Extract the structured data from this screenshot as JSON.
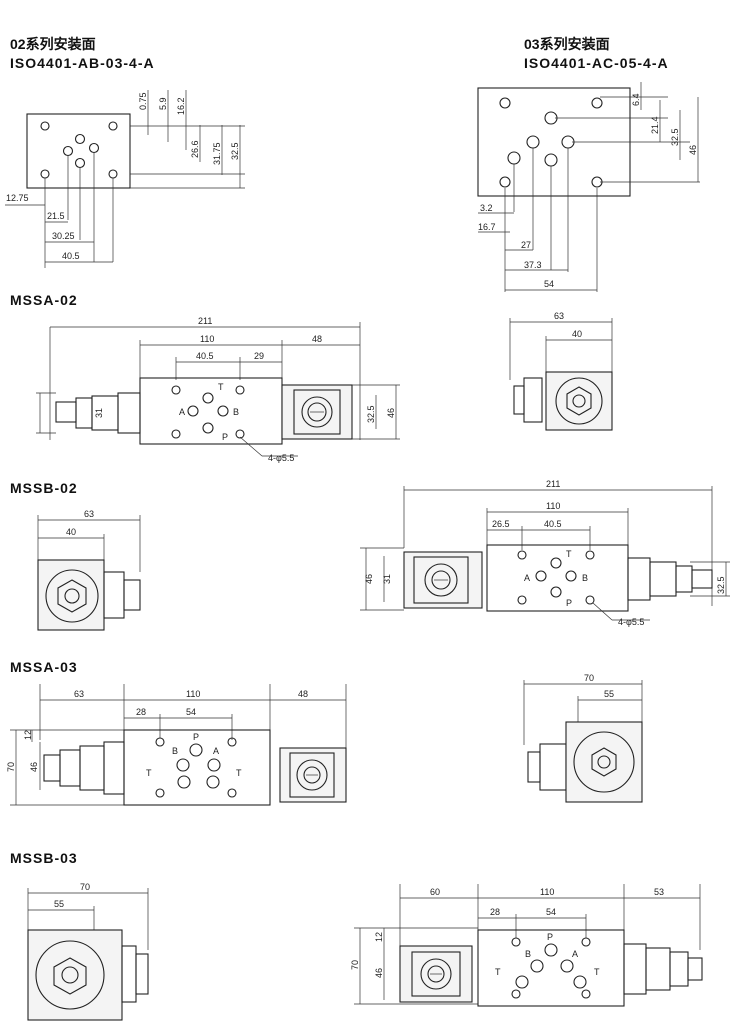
{
  "headers": {
    "h02_series": "02系列安装面",
    "h02_iso": "ISO4401-AB-03-4-A",
    "h03_series": "03系列安装面",
    "h03_iso": "ISO4401-AC-05-4-A"
  },
  "sections": {
    "mssa02": "MSSA-02",
    "mssb02": "MSSB-02",
    "mssa03": "MSSA-03",
    "mssb03": "MSSB-03"
  },
  "iface02": {
    "d075": "0.75",
    "d59": "5.9",
    "d162": "16.2",
    "d266": "26.6",
    "d3175": "31.75",
    "d325": "32.5",
    "d1275": "12.75",
    "d215": "21.5",
    "d3025": "30.25",
    "d405": "40.5"
  },
  "iface03": {
    "d64": "6.4",
    "d214": "21.4",
    "d325": "32.5",
    "d46": "46",
    "d32": "3.2",
    "d167": "16.7",
    "d27": "27",
    "d373": "37.3",
    "d54": "54"
  },
  "mssa02_dims": {
    "d211": "211",
    "d110": "110",
    "d48": "48",
    "d405": "40.5",
    "d29": "29",
    "d31": "31",
    "d325": "32.5",
    "d46": "46",
    "holes": "4-φ5.5",
    "pA": "A",
    "pB": "B",
    "pT": "T",
    "pP": "P",
    "side63": "63",
    "side40": "40"
  },
  "mssb02_dims": {
    "side63": "63",
    "side40": "40",
    "d211": "211",
    "d110": "110",
    "d265": "26.5",
    "d405": "40.5",
    "d46": "46",
    "d31": "31",
    "d325": "32.5",
    "holes": "4-φ5.5",
    "pA": "A",
    "pB": "B",
    "pT": "T",
    "pP": "P"
  },
  "mssa03_dims": {
    "d63": "63",
    "d110": "110",
    "d48": "48",
    "d28": "28",
    "d54": "54",
    "d70": "70",
    "d12": "12",
    "d46": "46",
    "pA": "A",
    "pB": "B",
    "pT1": "T",
    "pT2": "T",
    "pP": "P",
    "side70": "70",
    "side55": "55"
  },
  "mssb03_dims": {
    "side70": "70",
    "side55": "55",
    "d60": "60",
    "d110": "110",
    "d53": "53",
    "d28": "28",
    "d54": "54",
    "d70": "70",
    "d12": "12",
    "d46": "46",
    "pA": "A",
    "pB": "B",
    "pT1": "T",
    "pT2": "T",
    "pP": "P"
  }
}
